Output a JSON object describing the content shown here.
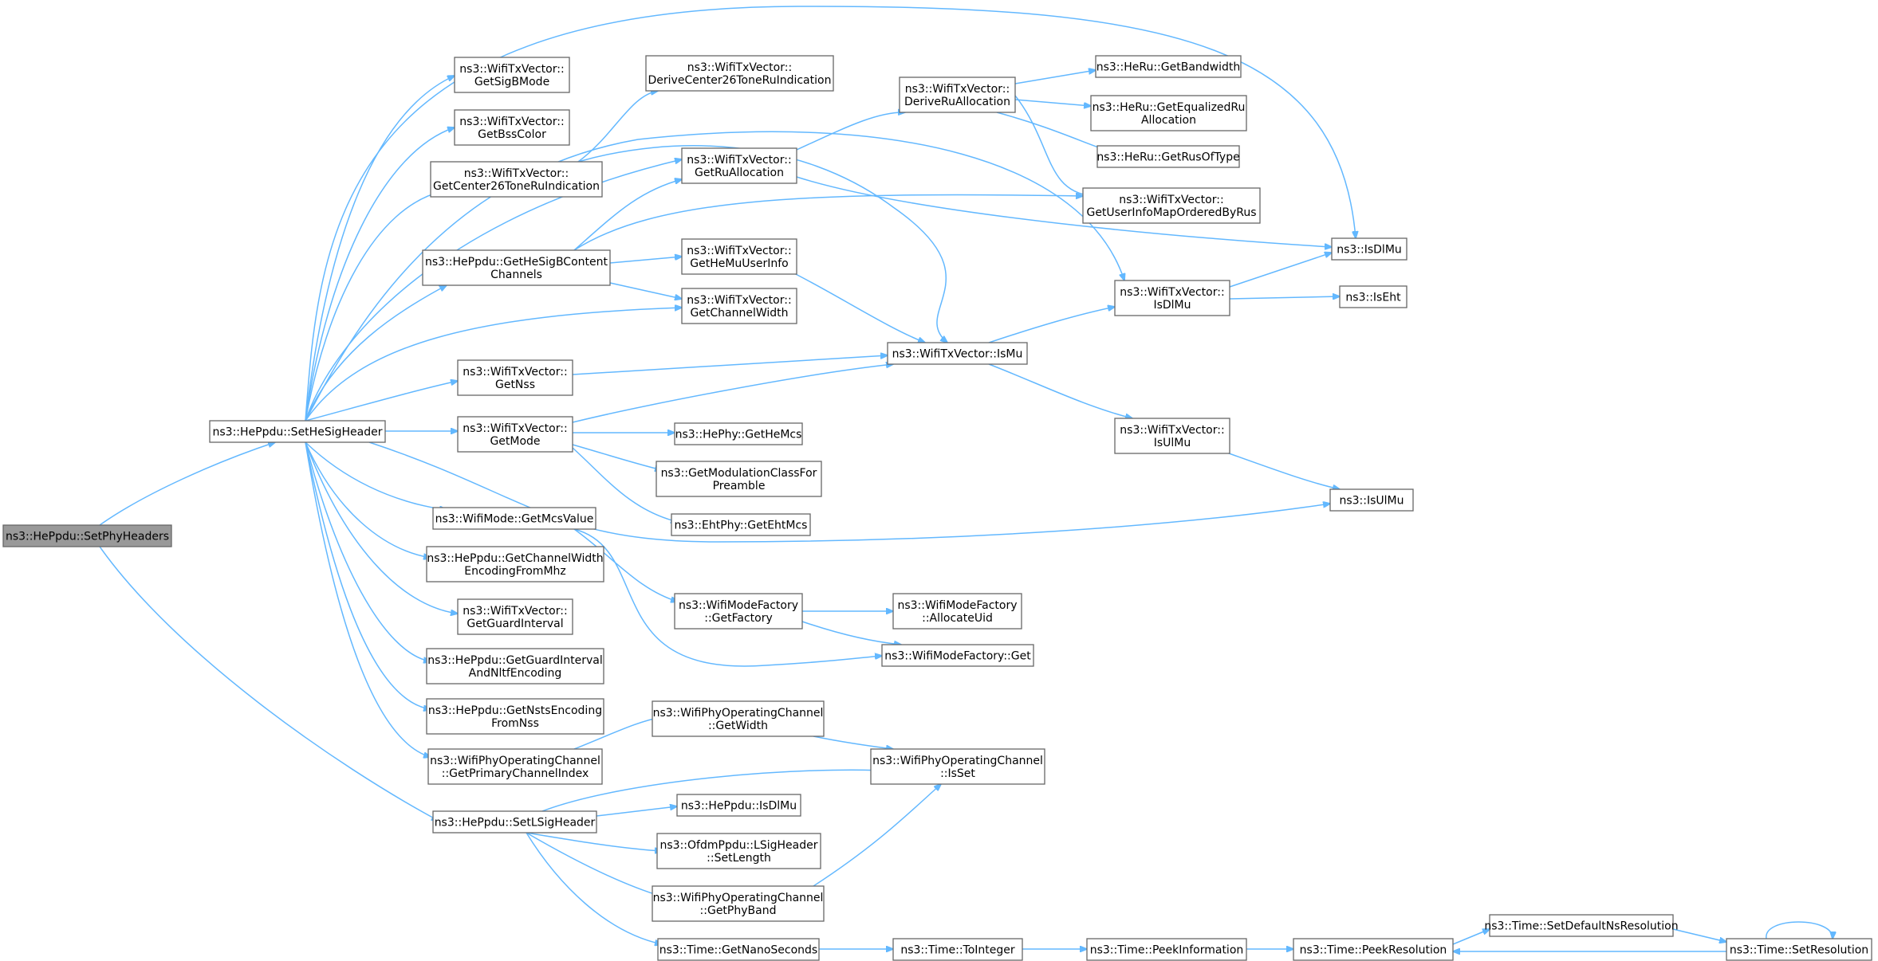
{
  "title": "",
  "colors": {
    "edge": "#63b8ff",
    "node_border": "#666666",
    "root_fill": "#999999",
    "node_fill": "#ffffff"
  },
  "nodes": [
    {
      "id": "setphyheaders",
      "lines": [
        "ns3::HePpdu::SetPhyHeaders"
      ],
      "root": true
    },
    {
      "id": "sethesigheader",
      "lines": [
        "ns3::HePpdu::SetHeSigHeader"
      ]
    },
    {
      "id": "setlsigheader",
      "lines": [
        "ns3::HePpdu::SetLSigHeader"
      ]
    },
    {
      "id": "getsigbmode",
      "lines": [
        "ns3::WifiTxVector::",
        "GetSigBMode"
      ]
    },
    {
      "id": "getbsscolor",
      "lines": [
        "ns3::WifiTxVector::",
        "GetBssColor"
      ]
    },
    {
      "id": "getcenter26",
      "lines": [
        "ns3::WifiTxVector::",
        "GetCenter26ToneRuIndication"
      ]
    },
    {
      "id": "gethesigbcontent",
      "lines": [
        "ns3::HePpdu::GetHeSigBContent",
        "Channels"
      ]
    },
    {
      "id": "getnss",
      "lines": [
        "ns3::WifiTxVector::",
        "GetNss"
      ]
    },
    {
      "id": "getmode",
      "lines": [
        "ns3::WifiTxVector::",
        "GetMode"
      ]
    },
    {
      "id": "getmcsvalue",
      "lines": [
        "ns3::WifiMode::GetMcsValue"
      ]
    },
    {
      "id": "getchwidthenc",
      "lines": [
        "ns3::HePpdu::GetChannelWidth",
        "EncodingFromMhz"
      ]
    },
    {
      "id": "getguardinterval",
      "lines": [
        "ns3::WifiTxVector::",
        "GetGuardInterval"
      ]
    },
    {
      "id": "getgienc",
      "lines": [
        "ns3::HePpdu::GetGuardInterval",
        "AndNltfEncoding"
      ]
    },
    {
      "id": "getnstsenc",
      "lines": [
        "ns3::HePpdu::GetNstsEncoding",
        "FromNss"
      ]
    },
    {
      "id": "getprimarych",
      "lines": [
        "ns3::WifiPhyOperatingChannel",
        "::GetPrimaryChannelIndex"
      ]
    },
    {
      "id": "derivecenter26",
      "lines": [
        "ns3::WifiTxVector::",
        "DeriveCenter26ToneRuIndication"
      ]
    },
    {
      "id": "getruallocation",
      "lines": [
        "ns3::WifiTxVector::",
        "GetRuAllocation"
      ]
    },
    {
      "id": "gethemuuserinfo",
      "lines": [
        "ns3::WifiTxVector::",
        "GetHeMuUserInfo"
      ]
    },
    {
      "id": "getchannelwidth",
      "lines": [
        "ns3::WifiTxVector::",
        "GetChannelWidth"
      ]
    },
    {
      "id": "getheMcs",
      "lines": [
        "ns3::HePhy::GetHeMcs"
      ]
    },
    {
      "id": "getmodclass",
      "lines": [
        "ns3::GetModulationClassFor",
        "Preamble"
      ]
    },
    {
      "id": "getehtmcs",
      "lines": [
        "ns3::EhtPhy::GetEhtMcs"
      ]
    },
    {
      "id": "getfactory",
      "lines": [
        "ns3::WifiModeFactory",
        "::GetFactory"
      ]
    },
    {
      "id": "opgetwidth",
      "lines": [
        "ns3::WifiPhyOperatingChannel",
        "::GetWidth"
      ]
    },
    {
      "id": "heppduisdlmu",
      "lines": [
        "ns3::HePpdu::IsDlMu"
      ]
    },
    {
      "id": "setlength",
      "lines": [
        "ns3::OfdmPpdu::LSigHeader",
        "::SetLength"
      ]
    },
    {
      "id": "getphyband",
      "lines": [
        "ns3::WifiPhyOperatingChannel",
        "::GetPhyBand"
      ]
    },
    {
      "id": "getnanoseconds",
      "lines": [
        "ns3::Time::GetNanoSeconds"
      ]
    },
    {
      "id": "deriveruallocation",
      "lines": [
        "ns3::WifiTxVector::",
        "DeriveRuAllocation"
      ]
    },
    {
      "id": "ismu",
      "lines": [
        "ns3::WifiTxVector::IsMu"
      ]
    },
    {
      "id": "allocateuid",
      "lines": [
        "ns3::WifiModeFactory",
        "::AllocateUid"
      ]
    },
    {
      "id": "factoryget",
      "lines": [
        "ns3::WifiModeFactory::Get"
      ]
    },
    {
      "id": "opisset",
      "lines": [
        "ns3::WifiPhyOperatingChannel",
        "::IsSet"
      ]
    },
    {
      "id": "tointeger",
      "lines": [
        "ns3::Time::ToInteger"
      ]
    },
    {
      "id": "getbandwidth",
      "lines": [
        "ns3::HeRu::GetBandwidth"
      ]
    },
    {
      "id": "getequalizedru",
      "lines": [
        "ns3::HeRu::GetEqualizedRu",
        "Allocation"
      ]
    },
    {
      "id": "getrusoftype",
      "lines": [
        "ns3::HeRu::GetRusOfType"
      ]
    },
    {
      "id": "getuserinfomap",
      "lines": [
        "ns3::WifiTxVector::",
        "GetUserInfoMapOrderedByRus"
      ]
    },
    {
      "id": "txisdlmu",
      "lines": [
        "ns3::WifiTxVector::",
        "IsDlMu"
      ]
    },
    {
      "id": "txisulmu",
      "lines": [
        "ns3::WifiTxVector::",
        "IsUlMu"
      ]
    },
    {
      "id": "peekinformation",
      "lines": [
        "ns3::Time::PeekInformation"
      ]
    },
    {
      "id": "isdlmu",
      "lines": [
        "ns3::IsDlMu"
      ]
    },
    {
      "id": "iseht",
      "lines": [
        "ns3::IsEht"
      ]
    },
    {
      "id": "isulmu",
      "lines": [
        "ns3::IsUlMu"
      ]
    },
    {
      "id": "peekresolution",
      "lines": [
        "ns3::Time::PeekResolution"
      ]
    },
    {
      "id": "setdefaultns",
      "lines": [
        "ns3::Time::SetDefaultNsResolution"
      ]
    },
    {
      "id": "setresolution",
      "lines": [
        "ns3::Time::SetResolution"
      ]
    }
  ]
}
